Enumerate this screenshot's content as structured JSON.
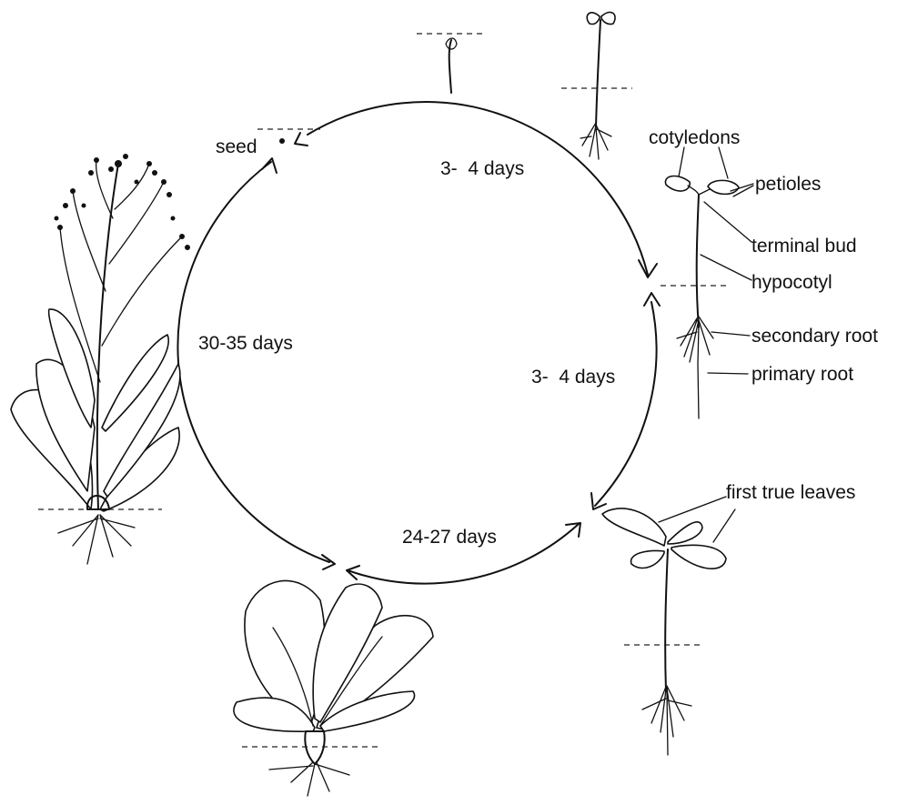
{
  "stages": {
    "seed": "seed",
    "cotyledons": "cotyledons",
    "petioles": "petioles",
    "terminal_bud": "terminal bud",
    "hypocotyl": "hypocotyl",
    "secondary_root": "secondary root",
    "primary_root": "primary root",
    "first_true_leaves": "first true leaves"
  },
  "durations": {
    "seed_to_seedling": "3-  4 days",
    "seedling_to_true_leaves": "3-  4 days",
    "true_leaves_to_rosette": "24-27 days",
    "rosette_to_seed": "30-35 days"
  }
}
